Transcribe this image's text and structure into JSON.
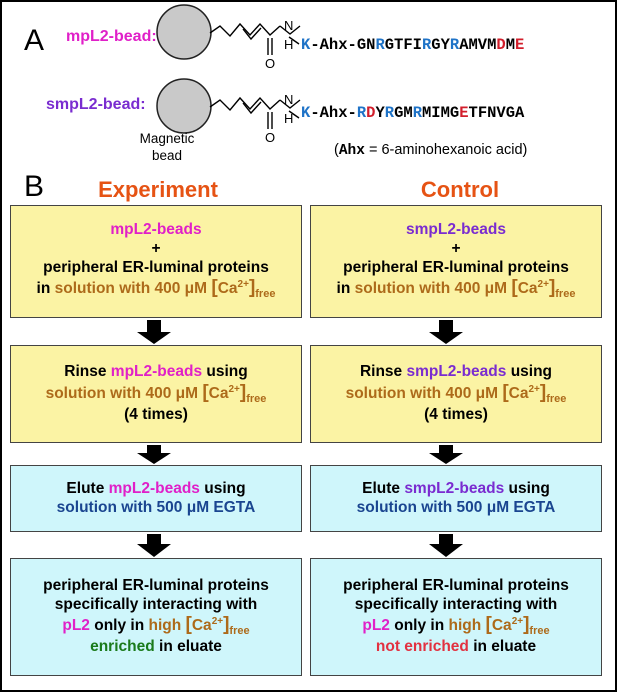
{
  "panel_a": {
    "letter": "A",
    "mpl2_label": "mpL2-bead:",
    "smpl2_label": "smpL2-bead:",
    "bead_label_line1": "Magnetic",
    "bead_label_line2": "bead",
    "nh": "N",
    "h": "H",
    "o": "O",
    "mpl2_seq": [
      {
        "t": "K",
        "c": "k-blue"
      },
      {
        "t": "-Ahx-GN",
        "c": ""
      },
      {
        "t": "R",
        "c": "blue"
      },
      {
        "t": "GTFI",
        "c": ""
      },
      {
        "t": "R",
        "c": "blue"
      },
      {
        "t": "GY",
        "c": ""
      },
      {
        "t": "R",
        "c": "blue"
      },
      {
        "t": "AMVM",
        "c": ""
      },
      {
        "t": "D",
        "c": "red"
      },
      {
        "t": "M",
        "c": ""
      },
      {
        "t": "E",
        "c": "red"
      }
    ],
    "smpl2_seq": [
      {
        "t": "K",
        "c": "k-blue"
      },
      {
        "t": "-Ahx-",
        "c": ""
      },
      {
        "t": "R",
        "c": "blue"
      },
      {
        "t": "D",
        "c": "red"
      },
      {
        "t": "Y",
        "c": ""
      },
      {
        "t": "R",
        "c": "blue"
      },
      {
        "t": "GM",
        "c": ""
      },
      {
        "t": "R",
        "c": "blue"
      },
      {
        "t": "MIMG",
        "c": ""
      },
      {
        "t": "E",
        "c": "red"
      },
      {
        "t": "TFNVGA",
        "c": ""
      }
    ],
    "note_mono": "Ahx",
    "note_text": " = 6-aminohexanoic acid)",
    "note_open": "("
  },
  "panel_b": {
    "letter": "B",
    "experiment_title": "Experiment",
    "control_title": "Control",
    "experiment": {
      "box1": {
        "beads": "mpL2-beads",
        "plus": "+",
        "proteins": "peripheral ER-luminal proteins",
        "in": "in ",
        "solution": "solution with 400 μM ",
        "ca_open": "[",
        "ca": "Ca",
        "ca_sup": "2+",
        "ca_close": "]",
        "ca_sub": "free"
      },
      "box2": {
        "rinse": "Rinse ",
        "beads": "mpL2-beads",
        "using": " using",
        "solution": "solution with 400 μM ",
        "ca_open": "[",
        "ca": "Ca",
        "ca_sup": "2+",
        "ca_close": "]",
        "ca_sub": "free",
        "times": "(4 times)"
      },
      "box3": {
        "elute": "Elute ",
        "beads": "mpL2-beads",
        "using": " using",
        "solution": "solution with 500 μM EGTA"
      },
      "box4": {
        "line1": "peripheral ER-luminal proteins",
        "line2": "specifically interacting with",
        "pl2": "pL2",
        "only": " only in ",
        "high": "high ",
        "ca_open": "[",
        "ca": "Ca",
        "ca_sup": "2+",
        "ca_close": "]",
        "ca_sub": "free",
        "status": "enriched",
        "in_eluate": " in eluate"
      }
    },
    "control": {
      "box1": {
        "beads": "smpL2-beads",
        "plus": "+",
        "proteins": "peripheral ER-luminal proteins",
        "in": "in ",
        "solution": "solution with 400 μM ",
        "ca_open": "[",
        "ca": "Ca",
        "ca_sup": "2+",
        "ca_close": "]",
        "ca_sub": "free"
      },
      "box2": {
        "rinse": "Rinse ",
        "beads": "smpL2-beads",
        "using": " using",
        "solution": "solution with 400 μM ",
        "ca_open": "[",
        "ca": "Ca",
        "ca_sup": "2+",
        "ca_close": "]",
        "ca_sub": "free",
        "times": "(4 times)"
      },
      "box3": {
        "elute": "Elute ",
        "beads": "smpL2-beads",
        "using": " using",
        "solution": "solution with 500 μM EGTA"
      },
      "box4": {
        "line1": "peripheral ER-luminal proteins",
        "line2": "specifically interacting with",
        "pl2": "pL2",
        "only": " only in ",
        "high": "high ",
        "ca_open": "[",
        "ca": "Ca",
        "ca_sup": "2+",
        "ca_close": "]",
        "ca_sub": "free",
        "status": "not enriched",
        "in_eluate": " in eluate"
      }
    }
  },
  "colors": {
    "title": "#e65314",
    "yellow_box": "#fbf3a4",
    "cyan_box": "#cff6fb",
    "magenta": "#e020c8",
    "purple": "#7a2cd0",
    "orange": "#ad6a1a",
    "navy": "#1a4590",
    "green": "#1a7a1a",
    "red": "#e23140"
  }
}
